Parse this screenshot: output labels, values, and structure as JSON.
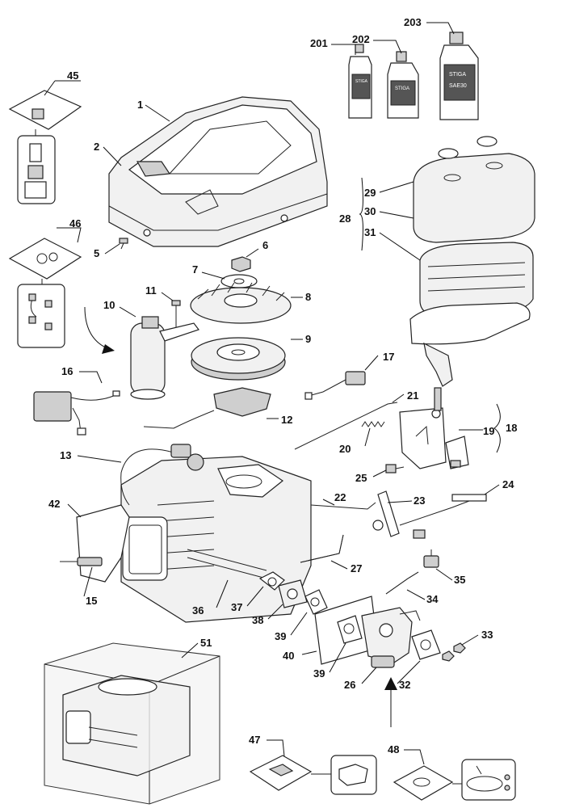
{
  "labels": {
    "p1": "1",
    "p2": "2",
    "p5": "5",
    "p6": "6",
    "p7": "7",
    "p8": "8",
    "p9": "9",
    "p10": "10",
    "p11": "11",
    "p12": "12",
    "p13": "13",
    "p15": "15",
    "p16": "16",
    "p17": "17",
    "p18": "18",
    "p19": "19",
    "p20": "20",
    "p21": "21",
    "p22": "22",
    "p23": "23",
    "p24": "24",
    "p25": "25",
    "p26": "26",
    "p27": "27",
    "p28": "28",
    "p29": "29",
    "p30": "30",
    "p31": "31",
    "p32": "32",
    "p33": "33",
    "p34": "34",
    "p35": "35",
    "p36": "36",
    "p37": "37",
    "p38": "38",
    "p39a": "39",
    "p39b": "39",
    "p40": "40",
    "p42": "42",
    "p45": "45",
    "p46": "46",
    "p47": "47",
    "p48": "48",
    "p51": "51",
    "p201": "201",
    "p202": "202",
    "p203": "203"
  },
  "bottle_brand": "STIGA",
  "bottle_grade": "SAE30",
  "colors": {
    "line": "#222222",
    "fill": "#f1f1f1"
  }
}
